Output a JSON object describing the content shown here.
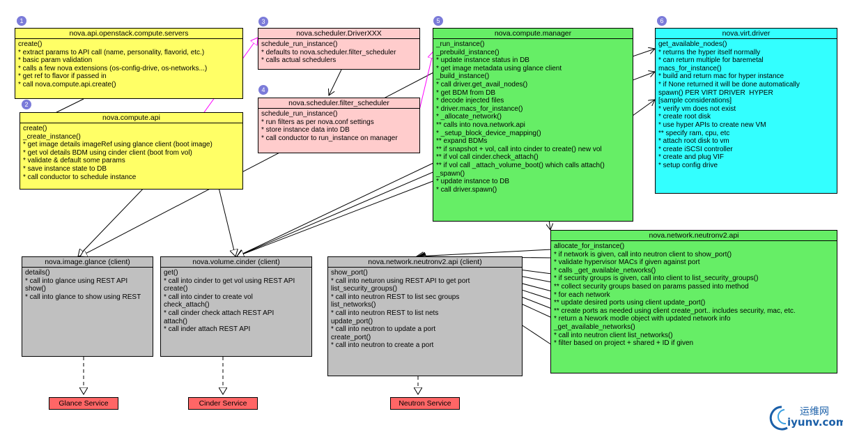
{
  "badges": [
    "1",
    "2",
    "3",
    "4",
    "5",
    "6"
  ],
  "boxes": {
    "servers": {
      "title": "nova.api.openstack.compute.servers",
      "body": "create()\n* extract params to API call (name, personality, flavorid, etc.)\n* basic param validation\n* calls a few nova extensions (os-config-drive, os-networks...)\n* get ref to flavor if passed in\n* call nova.compute.api.create()"
    },
    "compute_api": {
      "title": "nova.compute.api",
      "body": "create()\n_create_instance()\n* get image details imageRef using glance client (boot image)\n* get vol details BDM using cinder client (boot from vol)\n* validate & default some params\n* save instance state to DB\n* call conductor to schedule instance"
    },
    "driver_xxx": {
      "title": "nova.scheduler.DriverXXX",
      "body": "schedule_run_instance()\n* defaults to nova.scheduler.filter_scheduler\n* calls actual schedulers"
    },
    "filter_scheduler": {
      "title": "nova.scheduler.filter_scheduler",
      "body": "schedule_run_instance()\n* run filters as per nova.conf settings\n* store instance data into DB\n* call conductor to run_instance on manager"
    },
    "compute_manager": {
      "title": "nova.compute.manager",
      "body": "_run_instance()\n_prebuild_instance()\n* update instance status in DB\n* get image metadata using glance client\n_build_instance()\n* call driver.get_avail_nodes()\n* get BDM from DB\n* decode injected files\n* driver.macs_for_instance()\n* _allocate_network()\n** calls into nova.network.api\n* _setup_block_device_mapping()\n** expand BDMs\n** if snapshot + vol, call into cinder to create() new vol\n** if vol call cinder.check_attach()\n** if vol call _attach_volume_boot() which calls attach()\n_spawn()\n* update instance to DB\n* call driver.spawn()"
    },
    "virt_driver": {
      "title": "nova.virt.driver",
      "body": "get_available_nodes()\n* returns the hyper itself normally\n* can return multiple for baremetal\nmacs_for_instance()\n* build and return mac for hyper instance\n* if None returned it will be done automatically\nspawn() PER VIRT DRIVER  HYPER\n[sample considerations]\n* verify vm does not exist\n* create root disk\n* use hyper APIs to create new VM\n** specify ram, cpu, etc\n* attach root disk to vm\n* create iSCSI controller\n* create and plug VIF\n* setup config drive"
    },
    "neutronv2_api": {
      "title": "nova.network.neutronv2.api",
      "body": "allocate_for_instance()\n* if network is given, call into neutron client to show_port()\n* validate hypervisor MACs if given against port\n* calls _get_available_networks()\n* if security groups is given, call into client to list_security_groups()\n** collect security groups based on params passed into method\n* for each network\n** update desired ports using client update_port()\n** create ports as needed using client create_port.. includes security, mac, etc.\n* return a Nework modle object with updated network info\n_get_available_networks()\n* call into neutron client list_networks()\n* filter based on project + shared + ID if given"
    },
    "glance_client": {
      "title": "nova.image.glance (client)",
      "body": "details()\n* call into glance using REST API\nshow()\n* call into glance to show using REST"
    },
    "cinder_client": {
      "title": "nova.volume.cinder (client)",
      "body": "get()\n* call into cinder to get vol using REST API\ncreate()\n* call into cinder to create vol\ncheck_attach()\n* call cinder check attach REST API\nattach()\n* call inder attach REST API"
    },
    "neutron_client": {
      "title": "nova.network.neutronv2.api (client)",
      "body": "show_port()\n* call into neturon using REST API to get port\nlist_security_groups()\n* call into neutron REST to list sec groups\nlist_networks()\n* call into neutron REST to list nets\nupdate_port()\n* call into neutron to update a port\ncreate_port()\n* call into neutron to create a port"
    }
  },
  "services": {
    "glance": "Glance Service",
    "cinder": "Cinder Service",
    "neutron": "Neutron Service"
  },
  "logo": {
    "cn": "运维网",
    "en": "iyunv.com"
  }
}
